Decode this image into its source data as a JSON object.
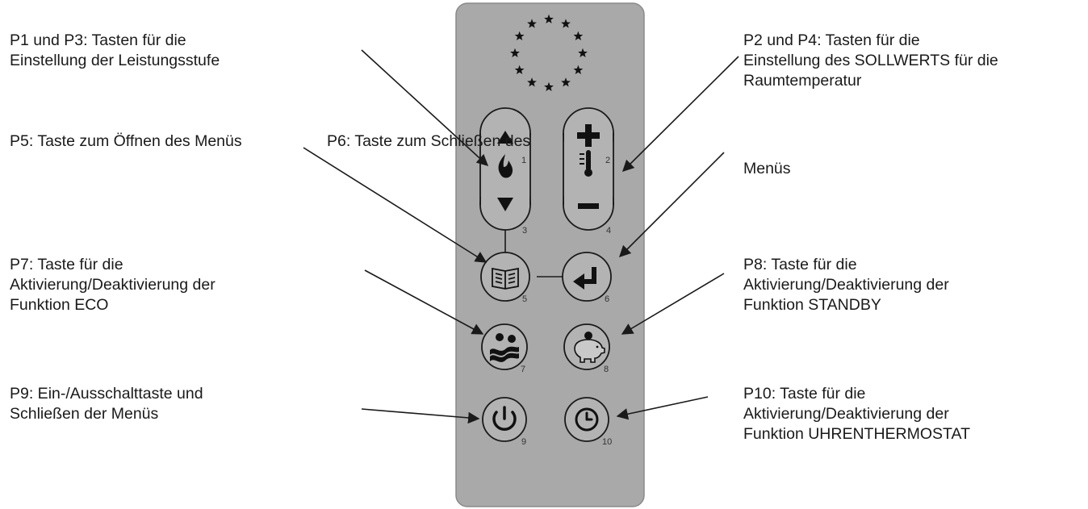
{
  "labels": {
    "p1p3": [
      "P1 und P3: Tasten für die",
      "Einstellung der Leistungsstufe"
    ],
    "p2p4": [
      "P2 und P4: Tasten für die",
      "Einstellung des SOLLWERTS für die",
      "Raumtemperatur"
    ],
    "p5": "P5: Taste zum Öffnen des Menüs",
    "p6": [
      "P6: Taste zum Schließen des",
      "Menüs"
    ],
    "p7": [
      "P7: Taste für die",
      "Aktivierung/Deaktivierung der",
      "Funktion ECO"
    ],
    "p8": [
      "P8: Taste für die",
      "Aktivierung/Deaktivierung der",
      "Funktion STANDBY"
    ],
    "p9": [
      "P9: Ein-/Ausschalttaste und",
      "Schließen der Menüs"
    ],
    "p10": [
      "P10: Taste für die",
      "Aktivierung/Deaktivierung der",
      "Funktion UHRENTHERMOSTAT"
    ]
  },
  "button_numbers": [
    "1",
    "2",
    "3",
    "4",
    "5",
    "6",
    "7",
    "8",
    "9",
    "10"
  ],
  "colors": {
    "remote_body": "#a9a9a9",
    "button_face": "#b3b3b3",
    "outline": "#1a1a1a",
    "text": "#1a1a1a"
  },
  "icons": [
    "star-icon",
    "arrow-up-icon",
    "flame-icon",
    "arrow-down-icon",
    "plus-icon",
    "thermometer-icon",
    "minus-icon",
    "book-icon",
    "enter-icon",
    "eco-waves-icon",
    "piggy-bank-icon",
    "power-icon",
    "clock-icon"
  ]
}
